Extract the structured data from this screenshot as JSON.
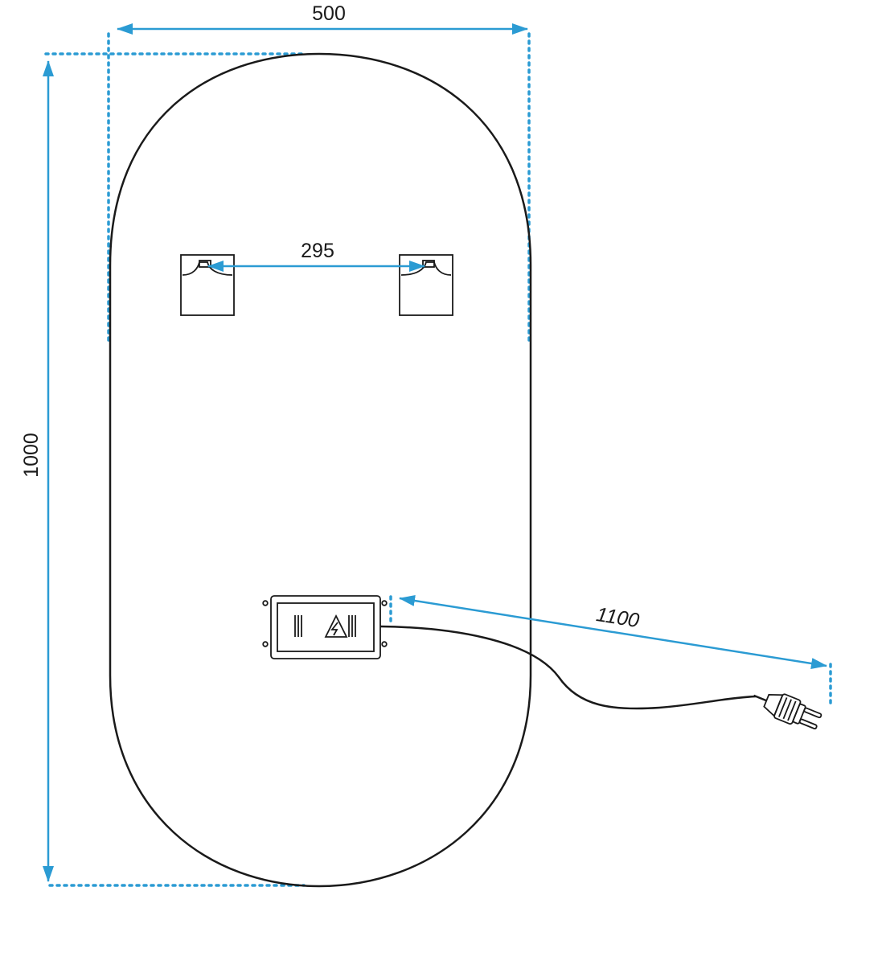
{
  "colors": {
    "dimension": "#2b9bd3",
    "outline": "#1a1a1a",
    "background": "#ffffff"
  },
  "dimensions": {
    "width": "500",
    "height": "1000",
    "bracket_spacing": "295",
    "cable_length": "1100"
  }
}
